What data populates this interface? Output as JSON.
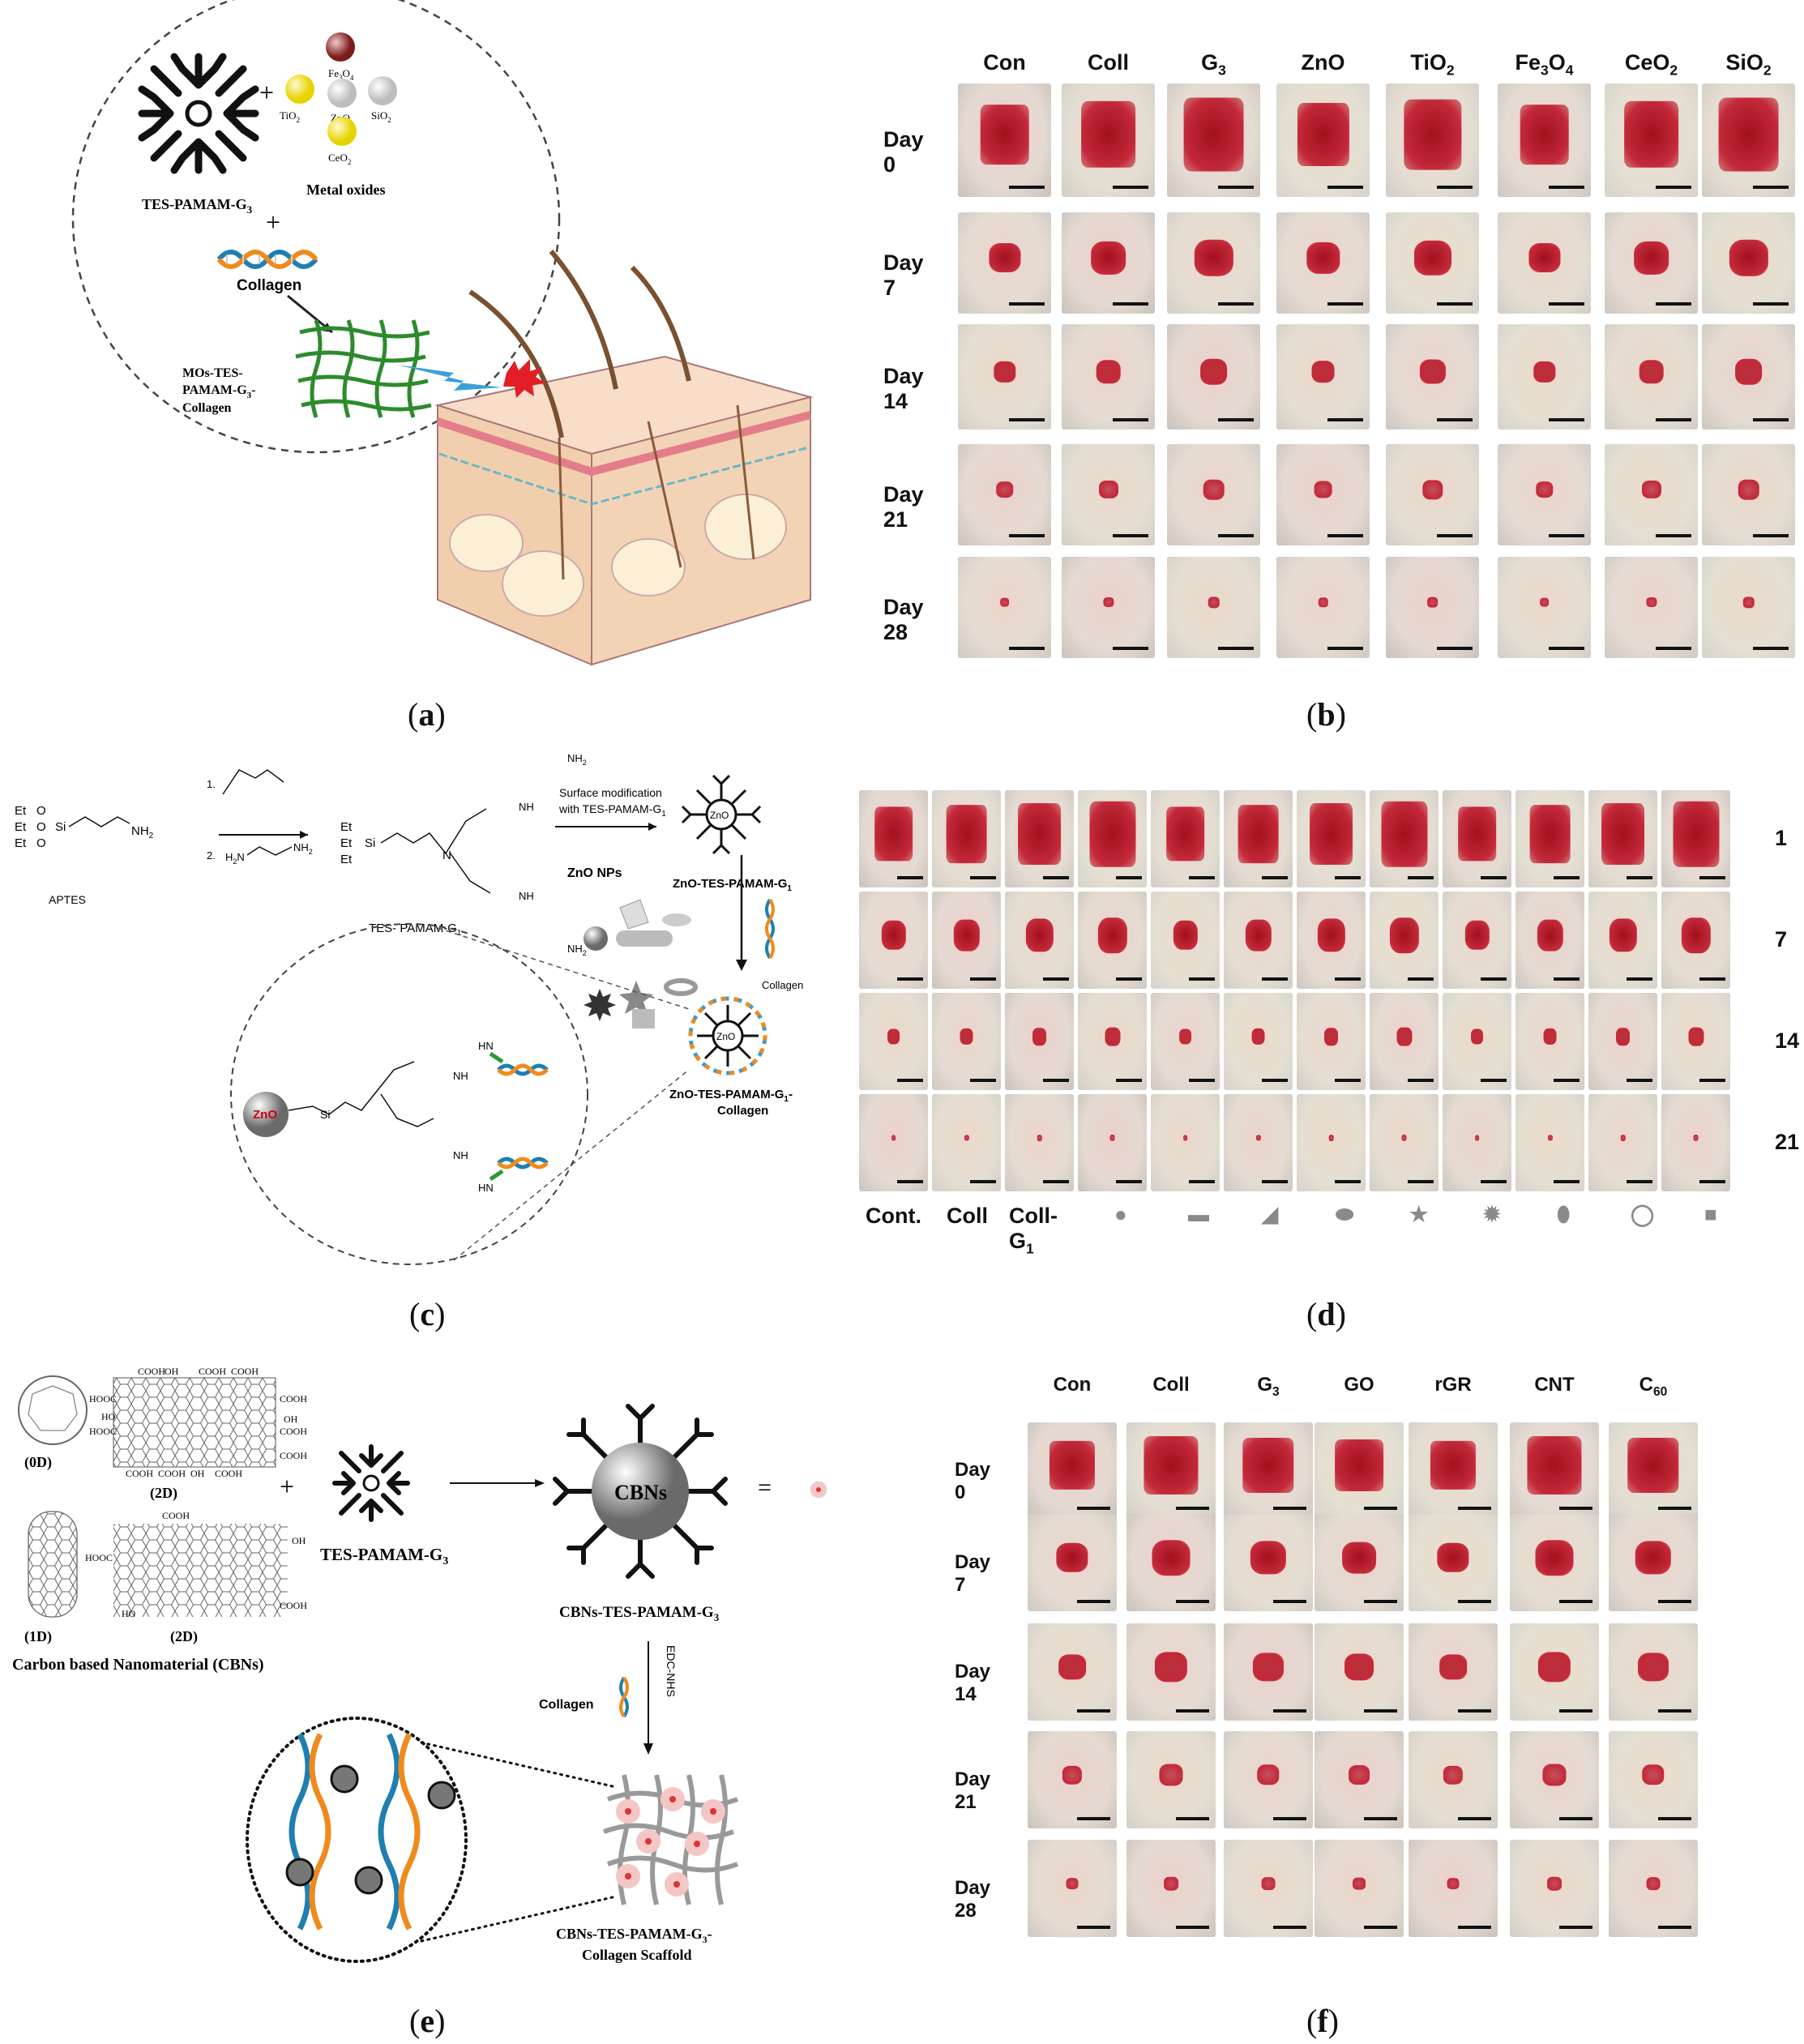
{
  "panel_labels": {
    "a": "a",
    "b": "b",
    "c": "c",
    "d": "d",
    "e": "e",
    "f": "f"
  },
  "panel_a": {
    "dendrimer_label": "TES-PAMAM-G",
    "dendrimer_sub": "3",
    "plus": "+",
    "tio2": "TiO",
    "tio2_sub": "2",
    "fe3o4": "Fe",
    "fe3o4_sub1": "3",
    "fe3o4_o": "O",
    "fe3o4_sub2": "4",
    "zno": "ZnO",
    "sio2": "SiO",
    "sio2_sub": "2",
    "ceo2": "CeO",
    "ceo2_sub": "2",
    "metal_oxides": "Metal oxides",
    "plus2": "+",
    "collagen": "Collagen",
    "scaffold_line1": "MOs-TES-",
    "scaffold_line2": "PAMAM-G",
    "scaffold_line2_sub": "3",
    "scaffold_line2_end": "-",
    "scaffold_line3": "Collagen"
  },
  "panel_b": {
    "columns": [
      "Con",
      "Coll",
      "G",
      "ZnO",
      "TiO",
      "Fe",
      "CeO",
      "SiO"
    ],
    "column_subs": [
      "",
      "",
      "3",
      "",
      "2",
      "",
      "2",
      "2"
    ],
    "fe_full": {
      "a": "Fe",
      "s1": "3",
      "b": "O",
      "s2": "4"
    },
    "rows": [
      "Day 0",
      "Day 7",
      "Day 14",
      "Day 21",
      "Day 28"
    ],
    "wound_sizes": [
      0.62,
      0.4,
      0.28,
      0.22,
      0.12
    ]
  },
  "panel_c": {
    "et1": "Et",
    "o": "O",
    "si": "Si",
    "nh2": "NH",
    "nh2_sub": "2",
    "aptes": "APTES",
    "step1": "1.",
    "step2": "2.",
    "step2_reagent": "H",
    "step2_reagent_sub": "2",
    "step2_reagent_mid": "N",
    "step2_reagent_end": "NH",
    "step2_reagent_end_sub": "2",
    "nh": "NH",
    "n": "N",
    "tes_g1": "TES- PAMAM-G",
    "tes_g1_sub": "1",
    "arrow_label_1": "Surface modification",
    "arrow_label_2": "with TES-PAMAM-G",
    "arrow_label_2_sub": "1",
    "zno_nps": "ZnO NPs",
    "zno_core": "ZnO",
    "zno_tes_g1": "ZnO-TES-PAMAM-G",
    "zno_tes_g1_sub": "1",
    "collagen": "Collagen",
    "hn": "HN",
    "final_1": "ZnO-TES-PAMAM-G",
    "final_1_sub": "1",
    "final_1_end": "-",
    "final_2": "Collagen"
  },
  "panel_d": {
    "row_labels": [
      "1",
      "7",
      "14",
      "21"
    ],
    "bottom_labels": [
      "Cont.",
      "Coll",
      "Coll-G"
    ],
    "bottom_label_sub": "1",
    "shape_icons": [
      "sphere-icon",
      "rod-icon",
      "sheet-icon",
      "disk-icon",
      "star-icon",
      "flower-icon",
      "ellipse-icon",
      "ring-icon",
      "cube-icon"
    ],
    "wound_sizes": [
      0.66,
      0.42,
      0.22,
      0.08
    ]
  },
  "panel_e": {
    "cooh": "COOH",
    "oh": "OH",
    "hooc": "HOOC",
    "ho": "HO",
    "zero_d": "(0D)",
    "two_d": "(2D)",
    "one_d": "(1D)",
    "cbn_title": "Carbon based Nanomaterial (CBNs)",
    "plus": "+",
    "tes_g3": "TES-PAMAM-G",
    "tes_g3_sub": "3",
    "cbns": "CBNs",
    "cbns_tes_g3": "CBNs-TES-PAMAM-G",
    "cbns_tes_g3_sub": "3",
    "equals": "=",
    "collagen": "Collagen",
    "edc": "EDC-NHS",
    "scaffold_1": "CBNs-TES-PAMAM-G",
    "scaffold_1_sub": "3",
    "scaffold_1_end": "-",
    "scaffold_2": "Collagen Scaffold"
  },
  "panel_f": {
    "columns": [
      "Con",
      "Coll",
      "G",
      "GO",
      "rGR",
      "CNT",
      "C"
    ],
    "column_subs": [
      "",
      "",
      "3",
      "",
      "",
      "",
      "60"
    ],
    "rows": [
      "Day 0",
      "Day 7",
      "Day 14",
      "Day 21",
      "Day 28"
    ],
    "wound_sizes": [
      0.6,
      0.42,
      0.36,
      0.26,
      0.16
    ]
  }
}
